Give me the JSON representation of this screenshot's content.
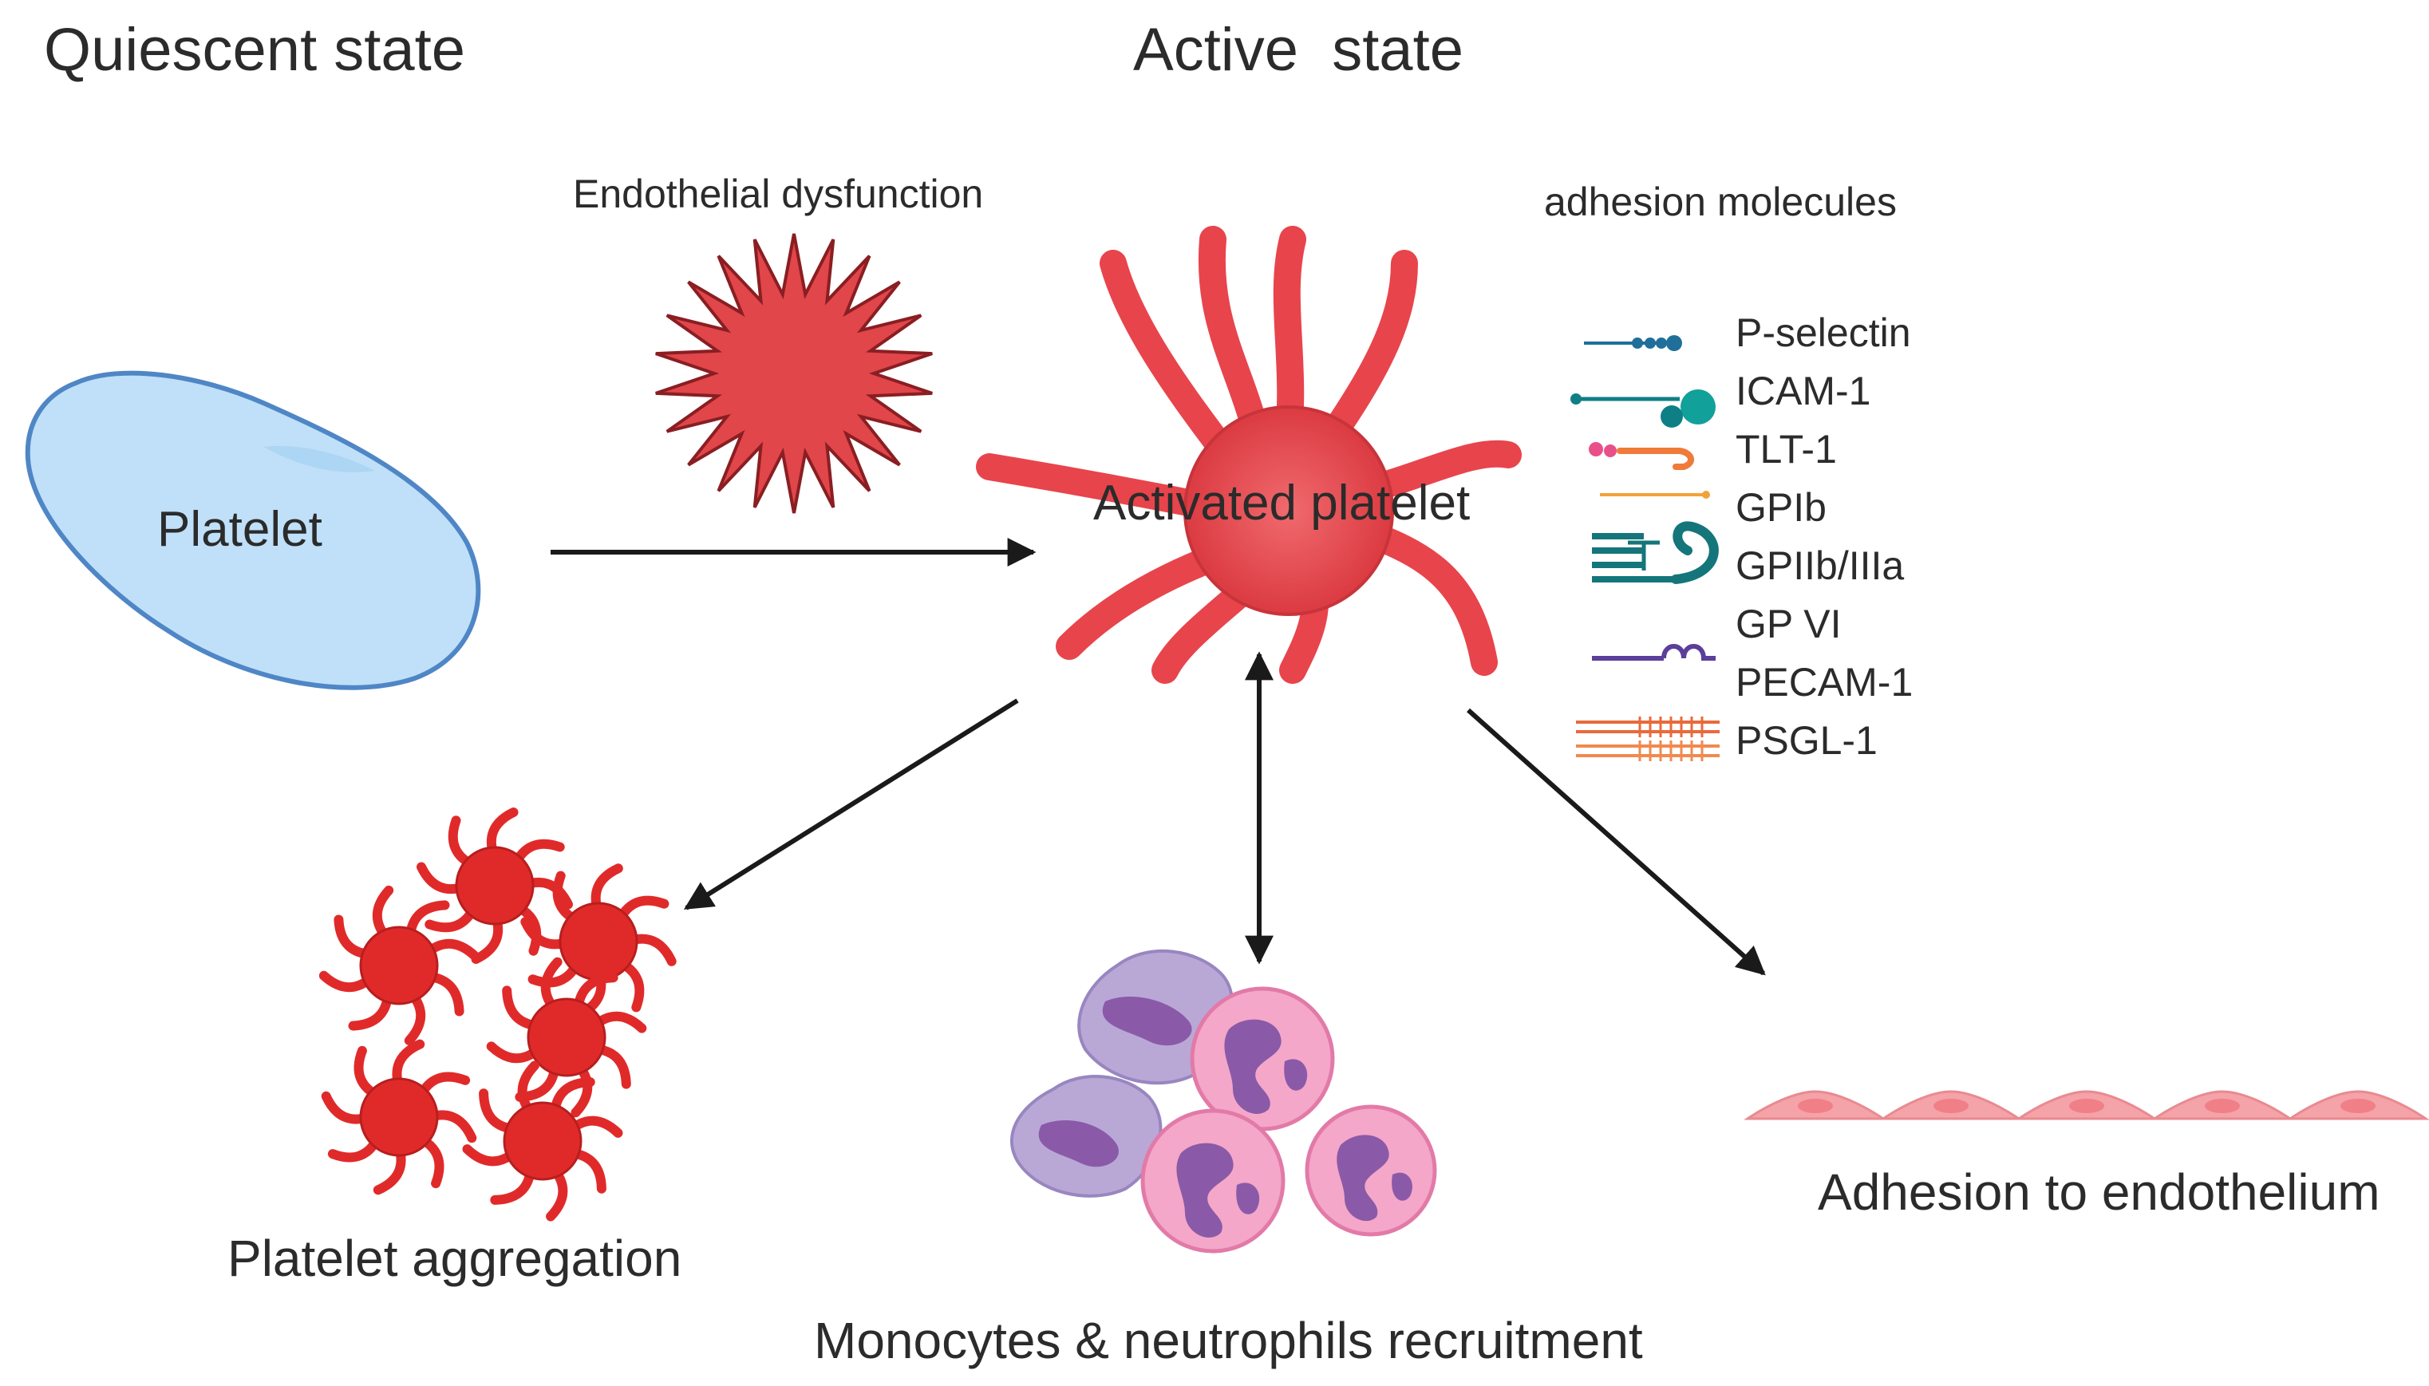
{
  "headings": {
    "quiescent": "Quiescent state",
    "active": "Active  state"
  },
  "labels": {
    "endothelial_dysfunction": "Endothelial dysfunction",
    "platelet": "Platelet",
    "activated_platelet": "Activated platelet",
    "adhesion_molecules_title": "adhesion molecules",
    "platelet_aggregation": "Platelet aggregation",
    "recruitment": "Monocytes & neutrophils recruitment",
    "adhesion_endothelium": "Adhesion to endothelium"
  },
  "adhesion_molecules": [
    {
      "name": "P-selectin",
      "color": "#1f6f9a"
    },
    {
      "name": "ICAM-1",
      "color": "#0f7f86"
    },
    {
      "name": "TLT-1",
      "color": "#f07a3a"
    },
    {
      "name": "GPIb",
      "color": "#f2a23a"
    },
    {
      "name": "GPIIb/IIIa",
      "color": "#14767a"
    },
    {
      "name": "GP VI",
      "color": "#5b3f9a"
    },
    {
      "name": "PECAM-1",
      "color": "#e86a3a"
    },
    {
      "name": "PSGL-1",
      "color": "#f08a50"
    }
  ],
  "colors": {
    "platelet_fill": "#bfe0f8",
    "platelet_stroke": "#4f86c6",
    "activated_fill": "#e8444c",
    "aggregate_fill": "#e02a2a",
    "monocyte_fill": "#b9a8d6",
    "neutrophil_fill": "#f4a7c8",
    "endothelium_fill": "#f4a3a8",
    "arrow": "#1a1a1a"
  }
}
